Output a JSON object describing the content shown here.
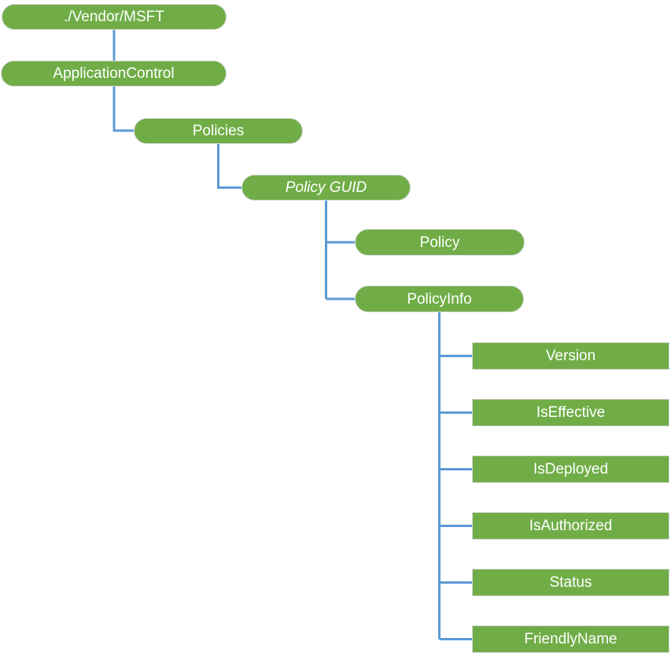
{
  "colors": {
    "node_fill": "#70AD47",
    "node_text": "#FFFFFF",
    "node_border": "#D6D6D6",
    "connector": "#5B9BD5"
  },
  "diagram": {
    "type": "tree",
    "nodes": [
      {
        "id": "vendor-msft",
        "label": "./Vendor/MSFT",
        "shape": "pill",
        "italic": false,
        "parent": null
      },
      {
        "id": "application-control",
        "label": "ApplicationControl",
        "shape": "pill",
        "italic": false,
        "parent": "vendor-msft"
      },
      {
        "id": "policies",
        "label": "Policies",
        "shape": "pill",
        "italic": false,
        "parent": "application-control"
      },
      {
        "id": "policy-guid",
        "label": "Policy GUID",
        "shape": "pill",
        "italic": true,
        "parent": "policies"
      },
      {
        "id": "policy",
        "label": "Policy",
        "shape": "pill",
        "italic": false,
        "parent": "policy-guid"
      },
      {
        "id": "policy-info",
        "label": "PolicyInfo",
        "shape": "pill",
        "italic": false,
        "parent": "policy-guid"
      },
      {
        "id": "version",
        "label": "Version",
        "shape": "rect",
        "italic": false,
        "parent": "policy-info"
      },
      {
        "id": "is-effective",
        "label": "IsEffective",
        "shape": "rect",
        "italic": false,
        "parent": "policy-info"
      },
      {
        "id": "is-deployed",
        "label": "IsDeployed",
        "shape": "rect",
        "italic": false,
        "parent": "policy-info"
      },
      {
        "id": "is-authorized",
        "label": "IsAuthorized",
        "shape": "rect",
        "italic": false,
        "parent": "policy-info"
      },
      {
        "id": "status",
        "label": "Status",
        "shape": "rect",
        "italic": false,
        "parent": "policy-info"
      },
      {
        "id": "friendly-name",
        "label": "FriendlyName",
        "shape": "rect",
        "italic": false,
        "parent": "policy-info"
      }
    ]
  }
}
